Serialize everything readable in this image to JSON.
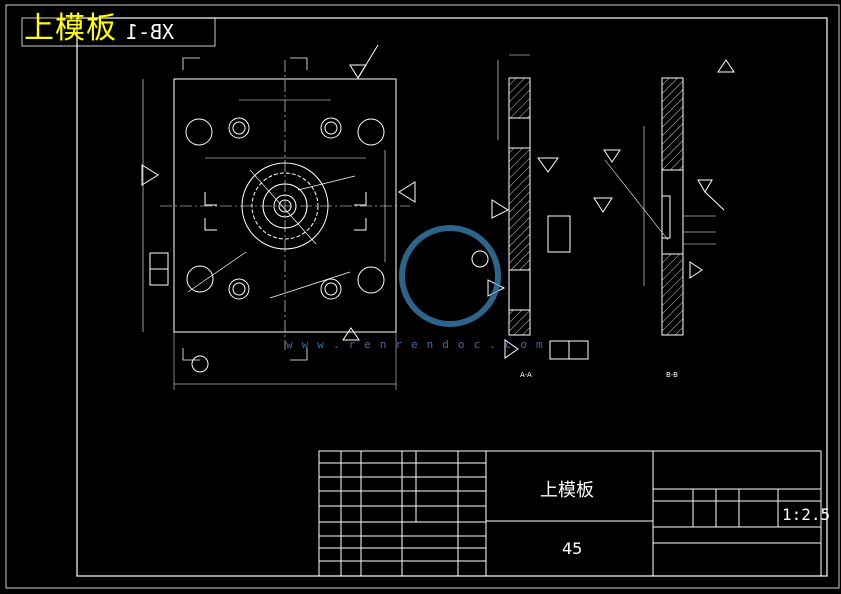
{
  "drawing": {
    "title": "上模板",
    "code": "XB-1",
    "material": "45",
    "scale": "1:2.5",
    "section_labels": {
      "aa": "A-A",
      "bb": "B-B"
    },
    "watermark": "www.renrendoc.com"
  },
  "colors": {
    "background": "#000000",
    "lines": "#ffffff",
    "title": "#ffff00",
    "dims": "#ffffff",
    "watermark": "#3f8fc8"
  }
}
